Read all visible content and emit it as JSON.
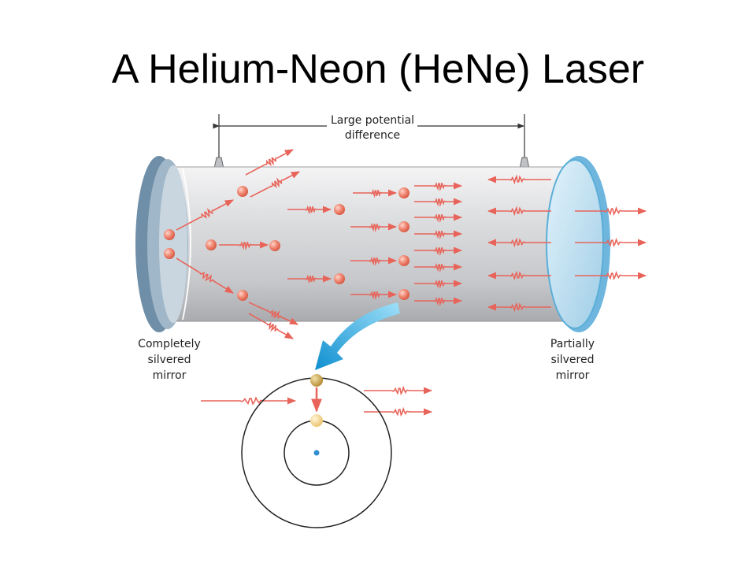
{
  "title": "A Helium-Neon (HeNe) Laser",
  "labels": {
    "potential_line1": "Large potential",
    "potential_line2": "difference",
    "left_mirror_line1": "Completely",
    "left_mirror_line2": "silvered",
    "left_mirror_line3": "mirror",
    "right_mirror_line1": "Partially",
    "right_mirror_line2": "silvered",
    "right_mirror_line3": "mirror"
  },
  "colors": {
    "photon": "#e8645a",
    "atom": "#ee7a66",
    "tube": "#d9dadc",
    "left_mirror": "#7f9fb8",
    "right_mirror": "#a8d4ea",
    "callout_arrow": "#1aa3dc",
    "excited_electron": "#c9a34a",
    "ground_electron": "#f3d58a",
    "nucleus": "#2f8fd0"
  }
}
